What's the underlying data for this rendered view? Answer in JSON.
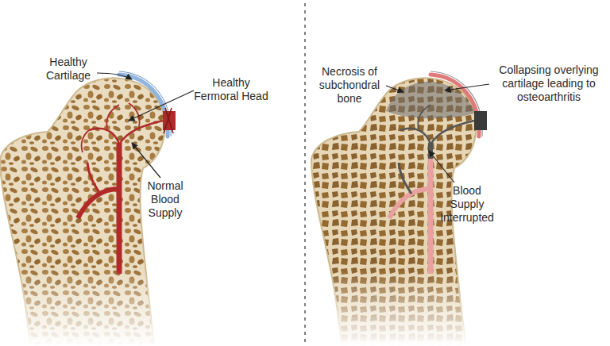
{
  "diagram": {
    "labels": [
      "Healthy Cartilage",
      "Healthy Fermoral Head",
      "Normal Blood Supply",
      "Necrosis of subchondral bone",
      "Collapsing overlying cartilage leading to osteoarthritis",
      "Blood Supply Interrupted"
    ]
  }
}
